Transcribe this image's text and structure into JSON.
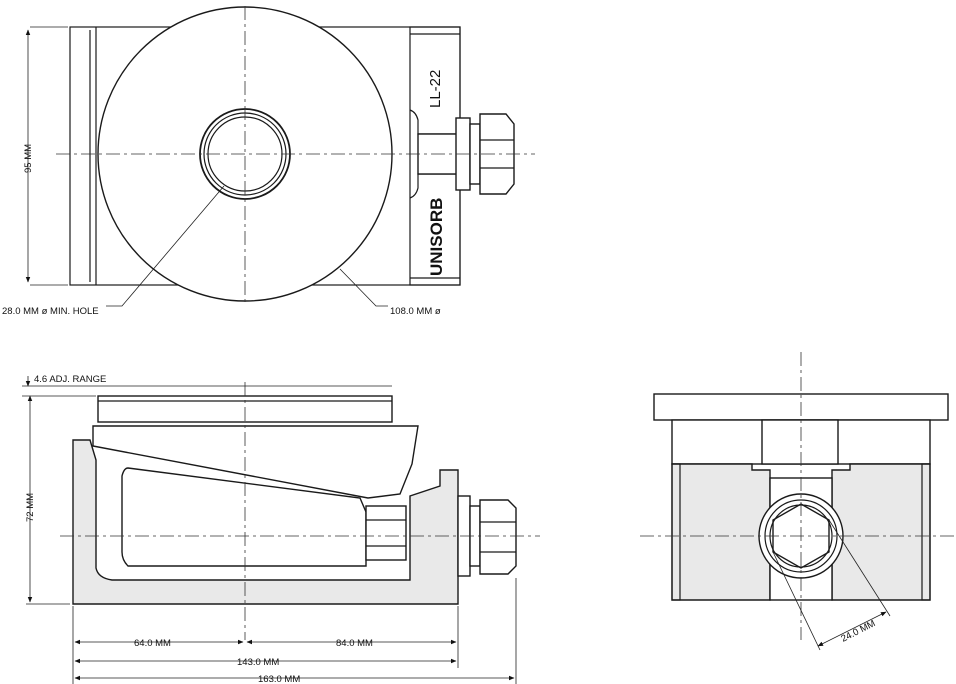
{
  "top_view": {
    "brand": "UNISORB",
    "model": "LL-22",
    "height_label": "95 MM",
    "hole_label": "28.0 MM ø MIN. HOLE",
    "pad_label": "108.0 MM ø"
  },
  "side_view": {
    "adj_label": "4.6 ADJ. RANGE",
    "height_label": "72 MM",
    "dim_left": "64.0 MM",
    "dim_right": "84.0 MM",
    "dim_body": "143.0 MM",
    "dim_overall": "163.0 MM"
  },
  "end_view": {
    "bolt_label": "24.0 MM"
  }
}
